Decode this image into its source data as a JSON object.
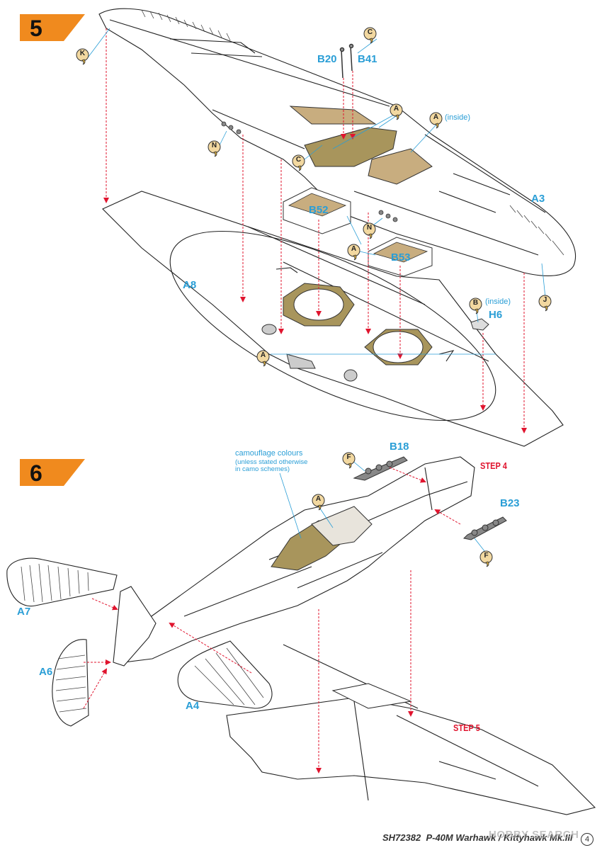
{
  "steps": {
    "step5": "5",
    "step6": "6"
  },
  "parts": {
    "b20": "B20",
    "b41": "B41",
    "a3": "A3",
    "b52": "B52",
    "b53": "B53",
    "a8": "A8",
    "h6": "H6",
    "b18": "B18",
    "b23": "B23",
    "a7": "A7",
    "a6": "A6",
    "a4": "A4"
  },
  "notes": {
    "inside_1": "(inside)",
    "inside_2": "(inside)",
    "camo_title": "camouflage colours",
    "camo_line1": "(unless stated otherwise",
    "camo_line2": "in camo schemes)"
  },
  "step_refs": {
    "step4": "STEP 4",
    "step5": "STEP 5"
  },
  "colour_callouts": {
    "k": "K",
    "c_top": "C",
    "a_top": "A",
    "a_inside": "A",
    "n_left": "N",
    "c_left": "C",
    "n_right": "N",
    "a_mid": "A",
    "b": "B",
    "j": "J",
    "a_bottom": "A",
    "f_top": "F",
    "a_cockpit": "A",
    "f_bottom": "F"
  },
  "footer": {
    "code": "SH72382",
    "title": "P-40M Warhawk / Kittyhawk Mk.III",
    "page": "4",
    "watermark": "HOBBY SEARCH"
  },
  "colors": {
    "part_label": "#2a9ed6",
    "step_ref": "#e0142e",
    "step_tab": "#f08a1e",
    "interior_tan": "#c8ad7f",
    "cockpit_olive": "#a8955c",
    "bubble_fill": "#f2d8a0",
    "arrow_red": "#e0142e"
  }
}
